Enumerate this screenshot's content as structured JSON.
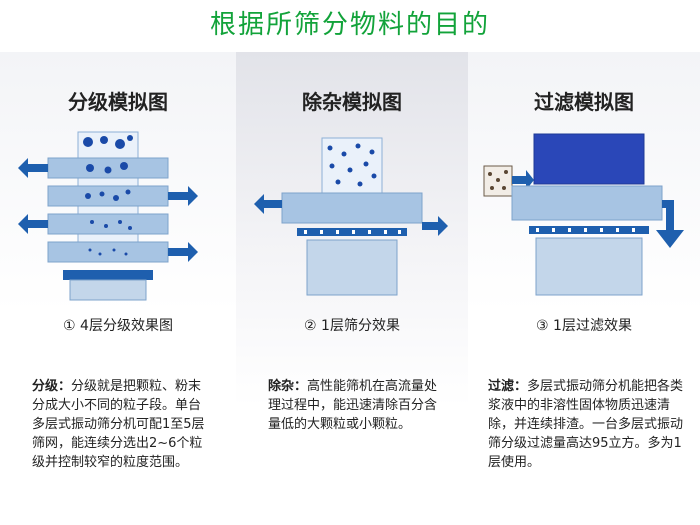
{
  "header": {
    "title": "根据所筛分物料的目的"
  },
  "panels": [
    {
      "heading": "分级模拟图",
      "caption": "①    4层分级效果图",
      "desc_label": "分级：",
      "desc_text": "分级就是把颗粒、粉末分成大小不同的粒子段。单台多层式振动筛分机可配1至5层筛网，能连续分选出2~6个粒级并控制较窄的粒度范围。"
    },
    {
      "heading": "除杂模拟图",
      "caption": "②    1层筛分效果",
      "desc_label": "除杂：",
      "desc_text": "高性能筛机在高流量处理过程中，能迅速清除百分含量低的大颗粒或小颗粒。"
    },
    {
      "heading": "过滤模拟图",
      "caption": "③    1层过滤效果",
      "desc_label": "过滤：",
      "desc_text": "多层式振动筛分机能把各类浆液中的非溶性固体物质迅速清除，并连续排渣。一台多层式振动筛分级过滤量高达95立方。多为1层使用。"
    }
  ],
  "colors": {
    "title_green": "#12a33a",
    "machine_blue": "#a7c4e3",
    "arrow_blue": "#1e5fae",
    "particle_dark": "#1a4aa8",
    "slurry_blue": "#2a47b8"
  }
}
